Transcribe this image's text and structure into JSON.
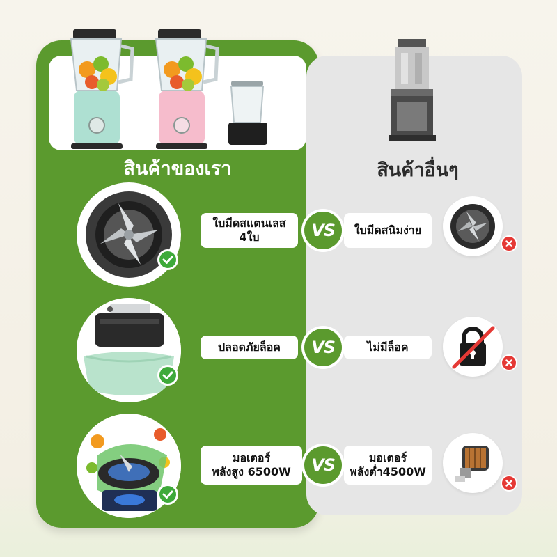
{
  "columns": {
    "ours_title": "สินค้าของเรา",
    "others_title": "สินค้าอื่นๆ"
  },
  "comparisons": [
    {
      "ours": "ใบมีดสแตนเลส\n4ใบ",
      "vs": "VS",
      "others": "ใบมีดสนิมง่าย"
    },
    {
      "ours": "ปลอดภัยล็อค",
      "vs": "VS",
      "others": "ไม่มีล็อค"
    },
    {
      "ours": "มอเตอร์\nพลังสูง 6500W",
      "vs": "VS",
      "others": "มอเตอร์\nพลังต่ำ4500W"
    }
  ],
  "icons": {
    "ours_badge": "check-icon",
    "others_badge": "cross-icon"
  },
  "colors": {
    "brand_green": "#5b9a2e",
    "check_green": "#3eaa3a",
    "cross_red": "#e53935",
    "others_panel": "#e6e6e6"
  }
}
